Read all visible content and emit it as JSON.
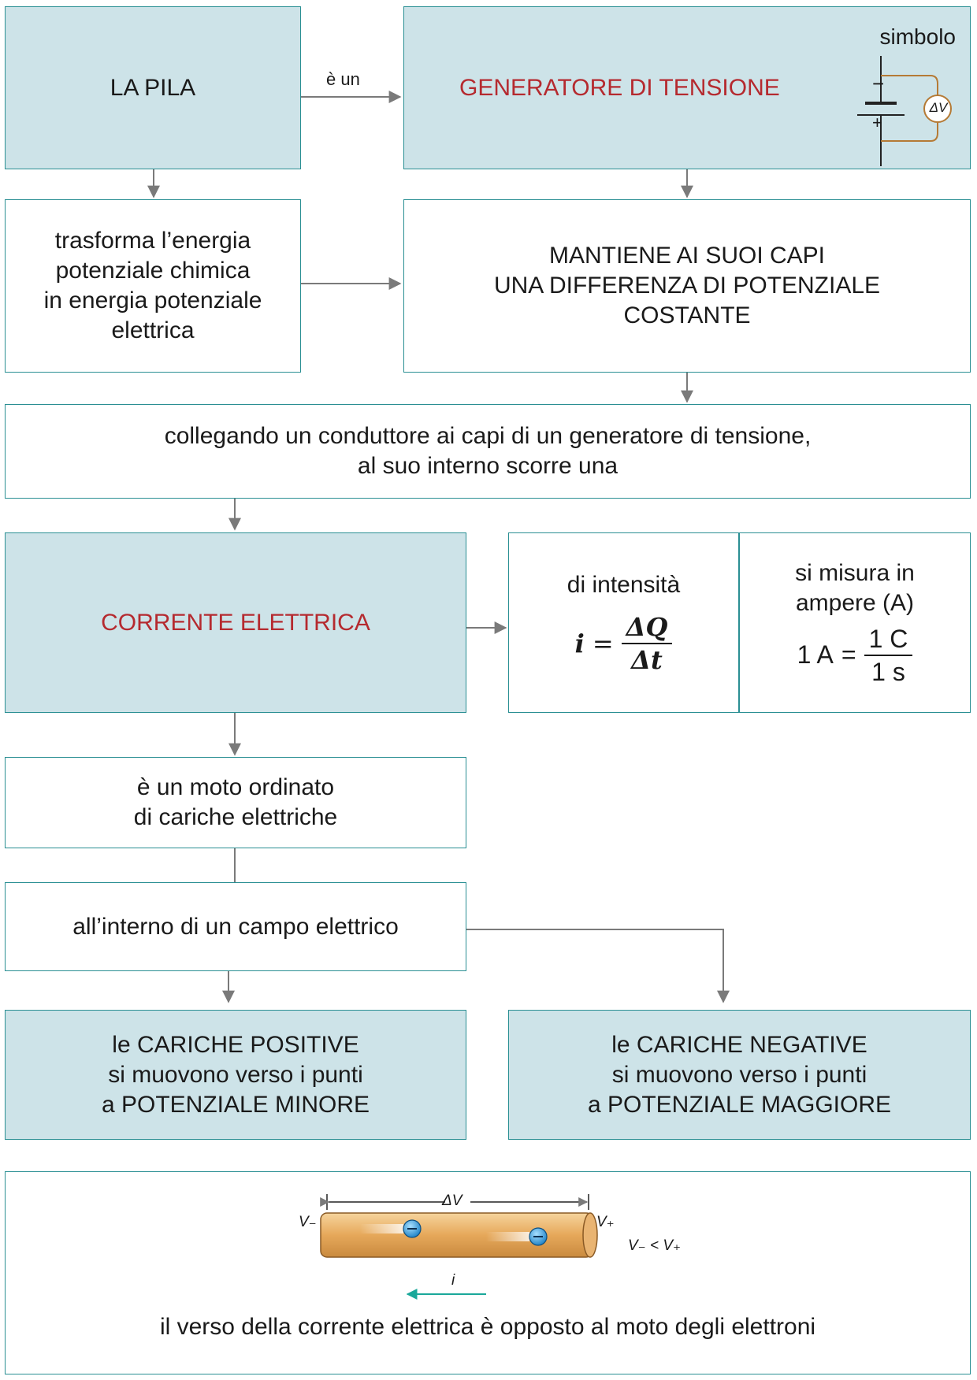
{
  "pila": {
    "label": "LA PILA"
  },
  "link_e_un": "è un",
  "generatore": {
    "label": "GENERATORE DI TENSIONE",
    "symbol_label": "simbolo",
    "minus": "−",
    "plus": "+",
    "meter": "ΔV"
  },
  "trasforma": {
    "lines": [
      "trasforma l’energia",
      "potenziale chimica",
      "in energia potenziale",
      "elettrica"
    ]
  },
  "mantiene": {
    "lines": [
      "MANTIENE AI SUOI CAPI",
      "UNA DIFFERENZA DI POTENZIALE",
      "COSTANTE"
    ]
  },
  "collegando": {
    "lines": [
      "collegando un conduttore ai capi di un generatore di tensione,",
      "al suo interno scorre una"
    ]
  },
  "corrente": {
    "label": "CORRENTE ELETTRICA"
  },
  "intensita": {
    "label": "di intensità",
    "lhs": "i",
    "eq": "=",
    "num": "ΔQ",
    "den": "Δt"
  },
  "misura": {
    "lines": [
      "si misura in",
      "ampere (A)"
    ],
    "lhs": "1 A",
    "eq": "=",
    "num": "1 C",
    "den": "1 s"
  },
  "moto": {
    "lines": [
      "è un moto ordinato",
      "di cariche elettriche"
    ]
  },
  "campo": {
    "label": "all’interno di un campo elettrico"
  },
  "positive": {
    "prefix": "le ",
    "lines": [
      "CARICHE POSITIVE",
      "si muovono verso i punti",
      "a POTENZIALE MINORE"
    ]
  },
  "negative": {
    "prefix": "le ",
    "lines": [
      "CARICHE NEGATIVE",
      "si muovono verso i punti",
      "a POTENZIALE MAGGIORE"
    ]
  },
  "bottom": {
    "dv": "ΔV",
    "v_minus": "V₋",
    "v_plus": "V₊",
    "relation": "V₋ < V₊",
    "current": "i",
    "caption": "il verso della corrente elettrica è opposto al moto degli elettroni"
  },
  "colors": {
    "accent_box": "#cde3e8",
    "border": "#2a8f93",
    "title_red": "#b52a2f",
    "arrow": "#7a7a7a",
    "current_arrow": "#1aa89a",
    "wire": "#e8b46a"
  }
}
